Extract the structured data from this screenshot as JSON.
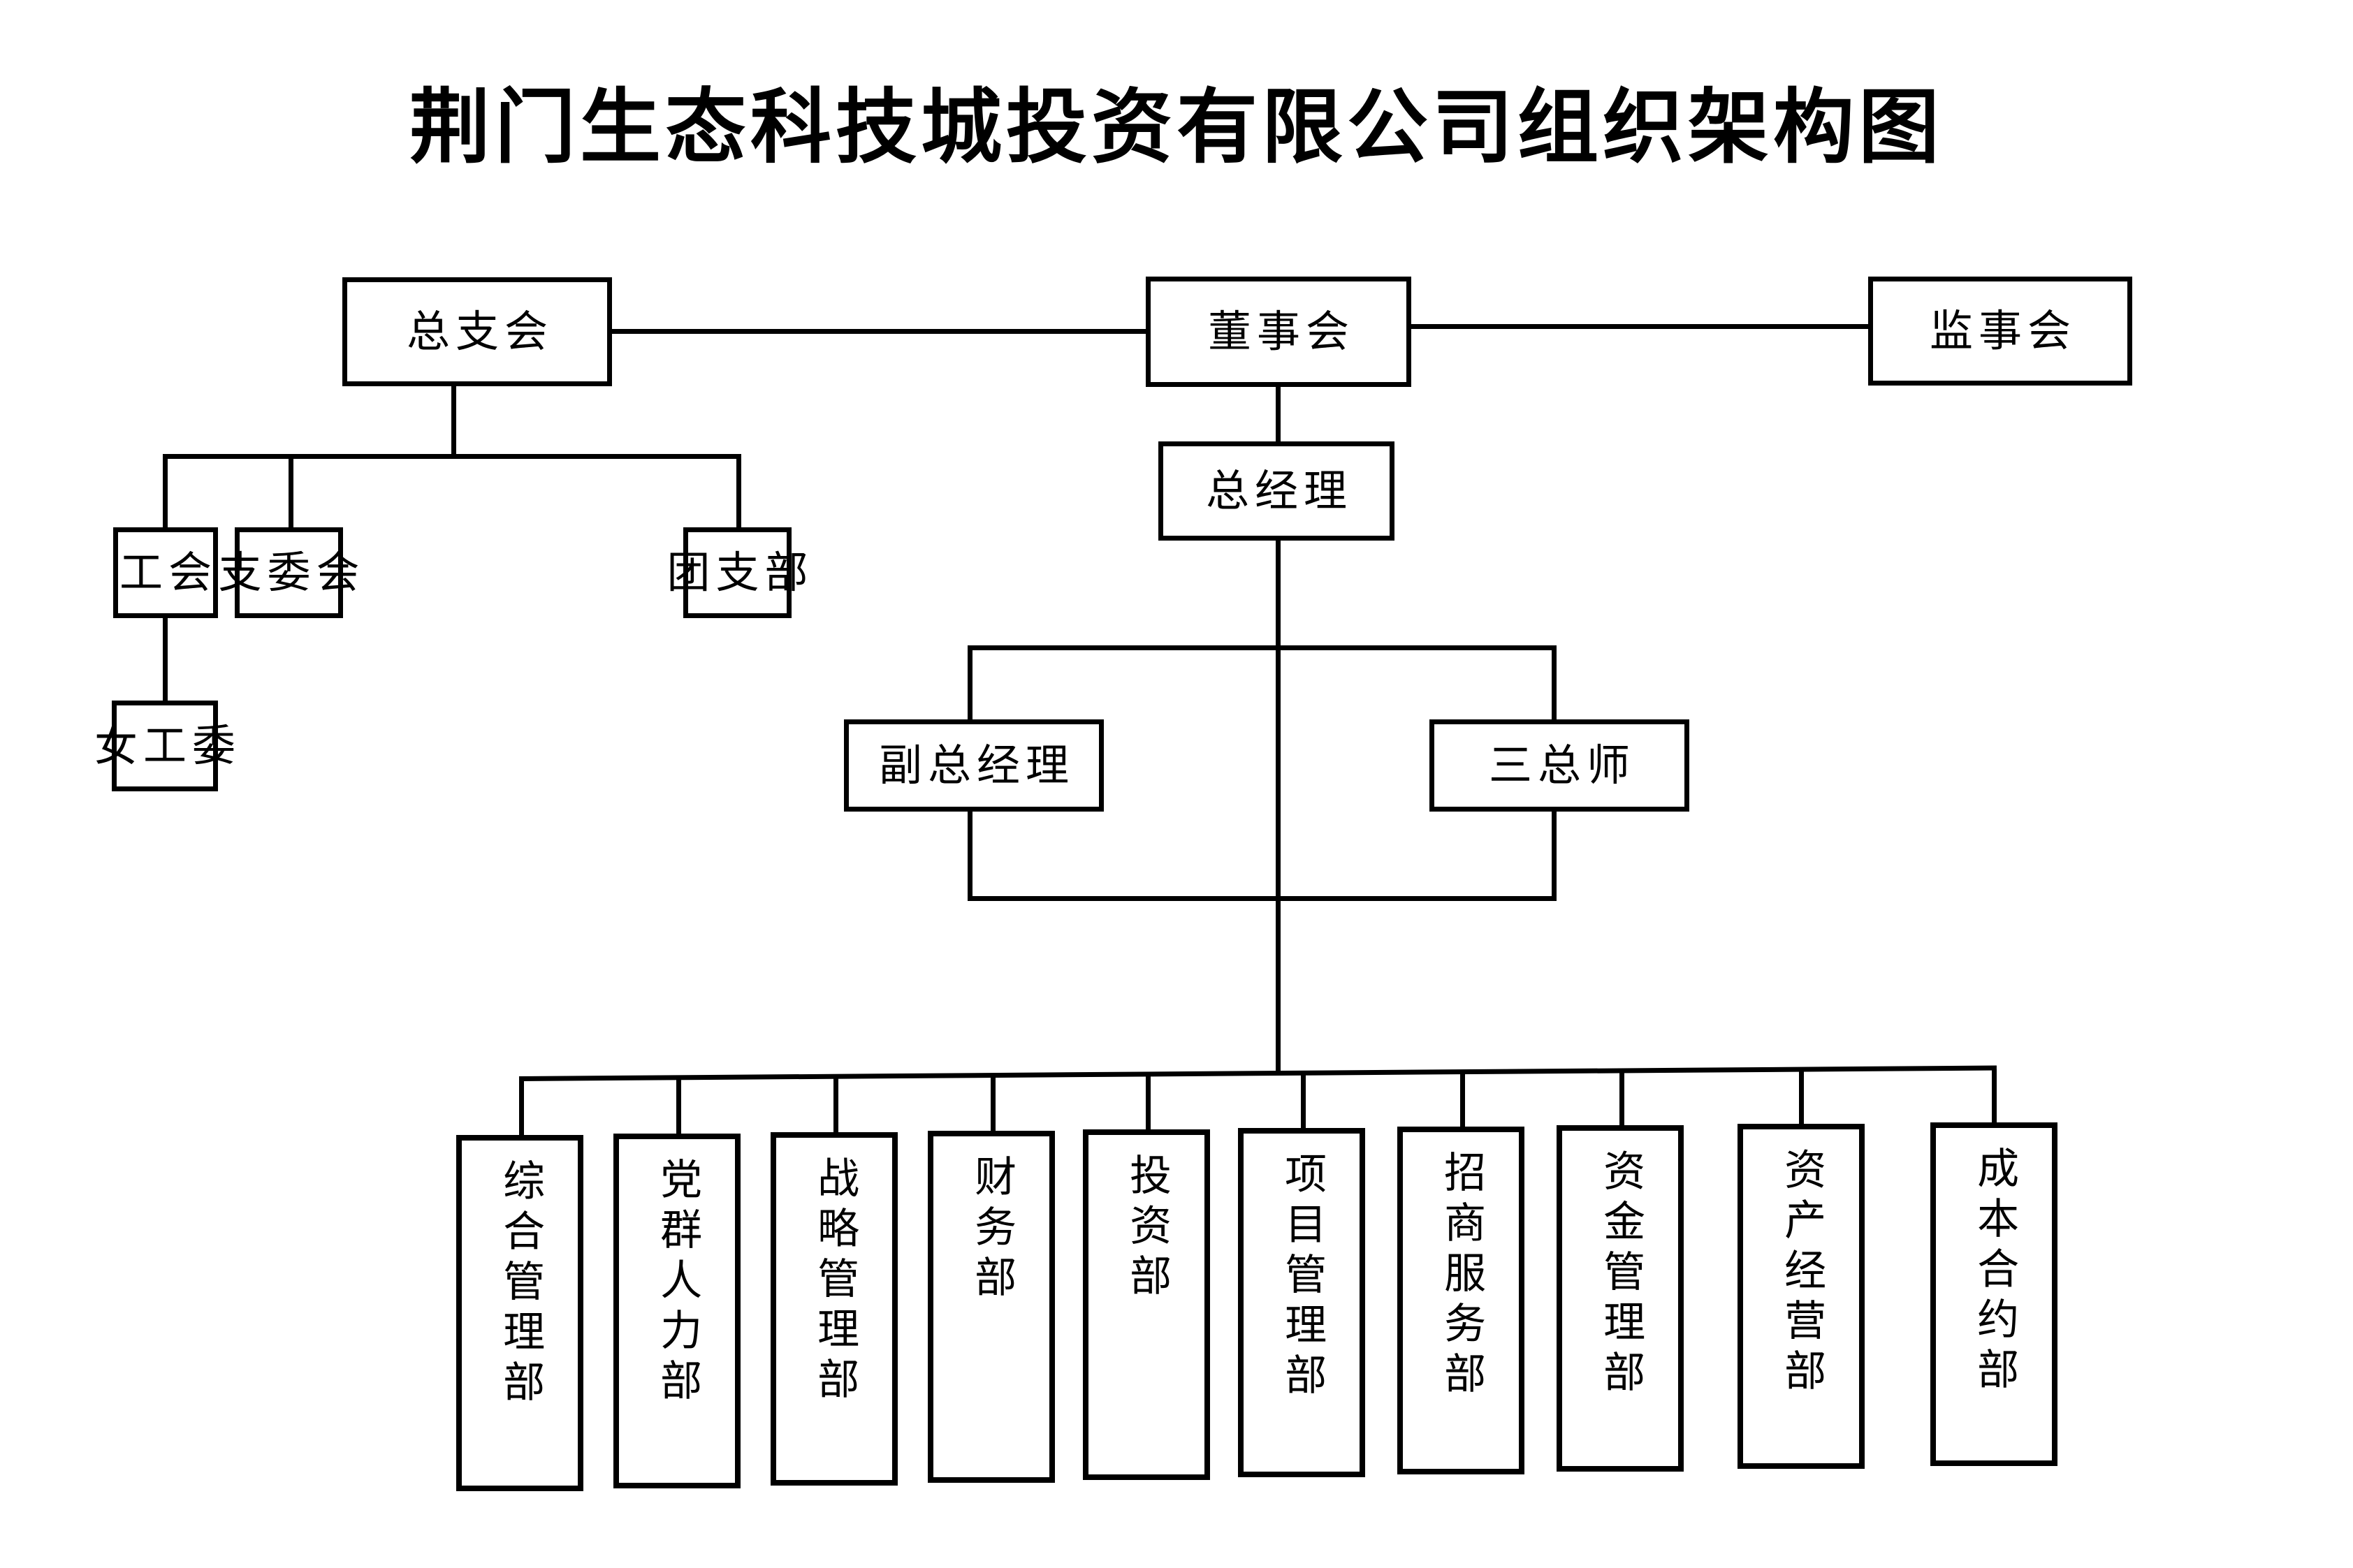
{
  "chart": {
    "title": "荆门生态科技城投资有限公司组织架构图",
    "type": "org-chart",
    "orientation": "top-down",
    "colors": {
      "line": "#000000",
      "box_border": "#000000",
      "background": "#ffffff",
      "text": "#000000"
    }
  },
  "nodes": {
    "party_branch": {
      "label": "总支会"
    },
    "board_of_directors": {
      "label": "董事会"
    },
    "board_of_supervisors": {
      "label": "监事会"
    },
    "labor_union": {
      "label": "工会"
    },
    "branch_committee": {
      "label": "支委会"
    },
    "youth_league_branch": {
      "label": "团支部"
    },
    "womens_committee": {
      "label": "女工委"
    },
    "general_manager": {
      "label": "总经理"
    },
    "deputy_general_manager": {
      "label": "副总经理"
    },
    "three_chief_engineers": {
      "label": "三总师"
    }
  },
  "departments": [
    {
      "label": "综合管理部"
    },
    {
      "label": "党群人力部"
    },
    {
      "label": "战略管理部"
    },
    {
      "label": "财务部"
    },
    {
      "label": "投资部"
    },
    {
      "label": "项目管理部"
    },
    {
      "label": "招商服务部"
    },
    {
      "label": "资金管理部"
    },
    {
      "label": "资产经营部"
    },
    {
      "label": "成本合约部"
    }
  ]
}
